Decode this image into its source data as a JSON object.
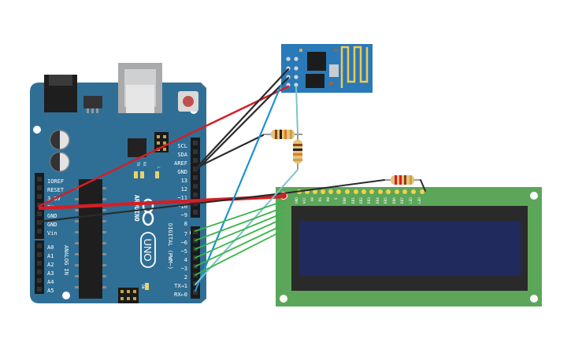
{
  "arduino": {
    "power_pins": [
      "IOREF",
      "RESET",
      "3.3V",
      "5V",
      "GND",
      "GND",
      "Vin"
    ],
    "analog_pins": [
      "A0",
      "A1",
      "A2",
      "A3",
      "A4",
      "A5"
    ],
    "analog_header_label": "ANALOG IN",
    "top_pins": [
      "SCL",
      "SDA",
      "AREF",
      "GND",
      "13",
      "12",
      "~11",
      "~10",
      "~9",
      "8"
    ],
    "bottom_pins": [
      "7",
      "~6",
      "~5",
      "4",
      "~3",
      "2",
      "TX→1",
      "RX←0"
    ],
    "digital_label": "DIGITAL (PWM~)",
    "tx_label": "TX",
    "rx_label": "RX",
    "l_label": "L",
    "on_label": "ON",
    "brand": "ARDUINO",
    "model": "UNO",
    "board_color": "#2f6f96"
  },
  "lcd": {
    "pins": [
      "GND",
      "VCC",
      "V0",
      "RS",
      "RW",
      "E",
      "DB0",
      "DB1",
      "DB2",
      "DB3",
      "DB4",
      "DB5",
      "DB6",
      "DB7",
      "LED",
      "LED"
    ],
    "pcb_color": "#5ca659",
    "screen_color": "#202a5c"
  },
  "esp": {
    "module_color": "#2a79b8"
  },
  "wires": {
    "red": "#d41f26",
    "black": "#2b2b2b",
    "blue": "#1c93d4",
    "teal": "#7cc1cf",
    "green": "#3bb54a"
  }
}
